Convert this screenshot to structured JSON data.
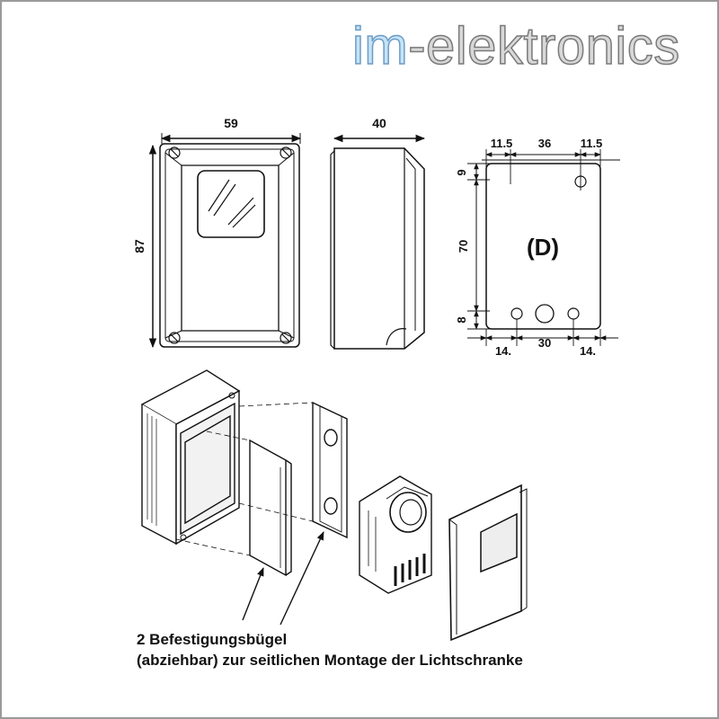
{
  "logo": {
    "part1": "im",
    "part2": "-elektronics"
  },
  "front_view": {
    "width": "59",
    "height": "87"
  },
  "side_view": {
    "depth": "40"
  },
  "drill_plan": {
    "top_left": "11.5",
    "top_mid": "36",
    "top_right": "11.5",
    "left_top": "9",
    "left_mid": "70",
    "left_bottom": "8",
    "bottom_left": "14.",
    "bottom_mid": "30",
    "bottom_right": "14.",
    "label": "(D)"
  },
  "caption": {
    "line1": "2 Befestigungsbügel",
    "line2": "(abziehbar) zur seitlichen Montage der Lichtschranke"
  }
}
